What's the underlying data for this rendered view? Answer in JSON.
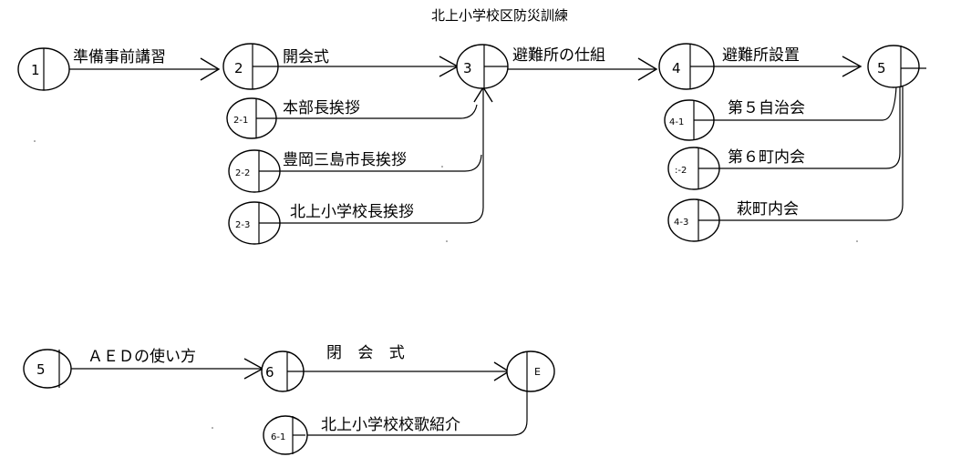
{
  "title": "北上小学校区防災訓練",
  "nodes": {
    "n1": "1",
    "n2": "2",
    "n2_1": "2-1",
    "n2_2": "2-2",
    "n2_3": "2-3",
    "n3": "3",
    "n4": "4",
    "n4_1": "4-1",
    "n4_2": ":-2",
    "n4_3": "4-3",
    "n5a": "5",
    "n5b": "5",
    "n6": "6",
    "n6_1": "6-1",
    "nE": "E"
  },
  "activities": {
    "a1_2": "準備事前講習",
    "a2_3": "開会式",
    "a2_1": "本部長挨拶",
    "a2_2": "豊岡三島市長挨拶",
    "a2_3b": "北上小学校長挨拶",
    "a3_4": "避難所の仕組",
    "a4_5": "避難所設置",
    "a4_1": "第５自治会",
    "a4_2": "第６町内会",
    "a4_3": "萩町内会",
    "a5_6": "ＡＥＤの使い方",
    "a6_E": "閉 会 式",
    "a6_1": "北上小学校校歌紹介"
  }
}
